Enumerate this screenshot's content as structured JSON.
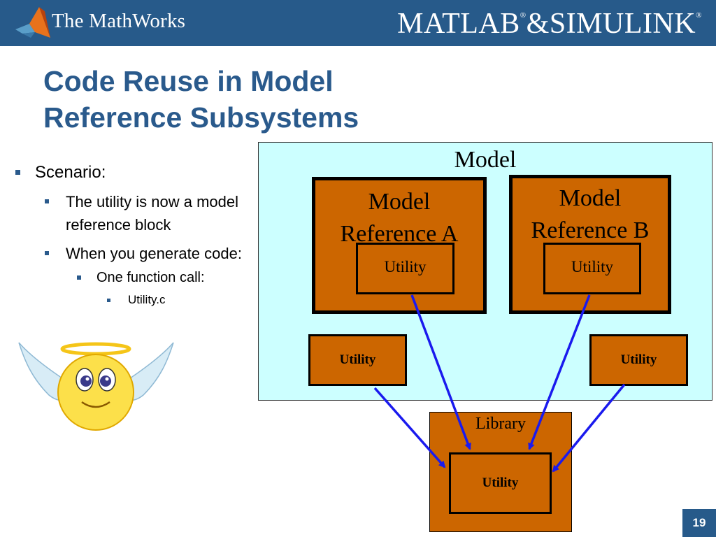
{
  "header": {
    "company": "The MathWorks",
    "product_matlab": "MATLAB",
    "product_amp": "&",
    "product_simulink": "SIMULINK",
    "reg_mark": "®",
    "logo_icon": "membrane-logo-icon",
    "background_color": "#275a8a"
  },
  "slide": {
    "title_line1": "Code Reuse in Model",
    "title_line2": "Reference Subsystems",
    "title_color": "#2a5a8c",
    "page_number": "19"
  },
  "bullets": {
    "l1": "Scenario:",
    "l2a": "The utility is now a model reference block",
    "l2b": "When you generate code:",
    "l3": "One function call:",
    "l4": "Utility.c"
  },
  "illustration": {
    "icon": "angel-smiley-icon"
  },
  "diagram": {
    "model_label": "Model",
    "ref_a_line1": "Model",
    "ref_a_line2": "Reference A",
    "ref_b_line1": "Model",
    "ref_b_line2": "Reference B",
    "inner_a": "Utility",
    "inner_b": "Utility",
    "util_left": "Utility",
    "util_right": "Utility",
    "library_label": "Library",
    "library_util": "Utility",
    "colors": {
      "model_fill": "#ccffff",
      "block_fill": "#cc6600",
      "arrow": "#1a1aee"
    }
  }
}
